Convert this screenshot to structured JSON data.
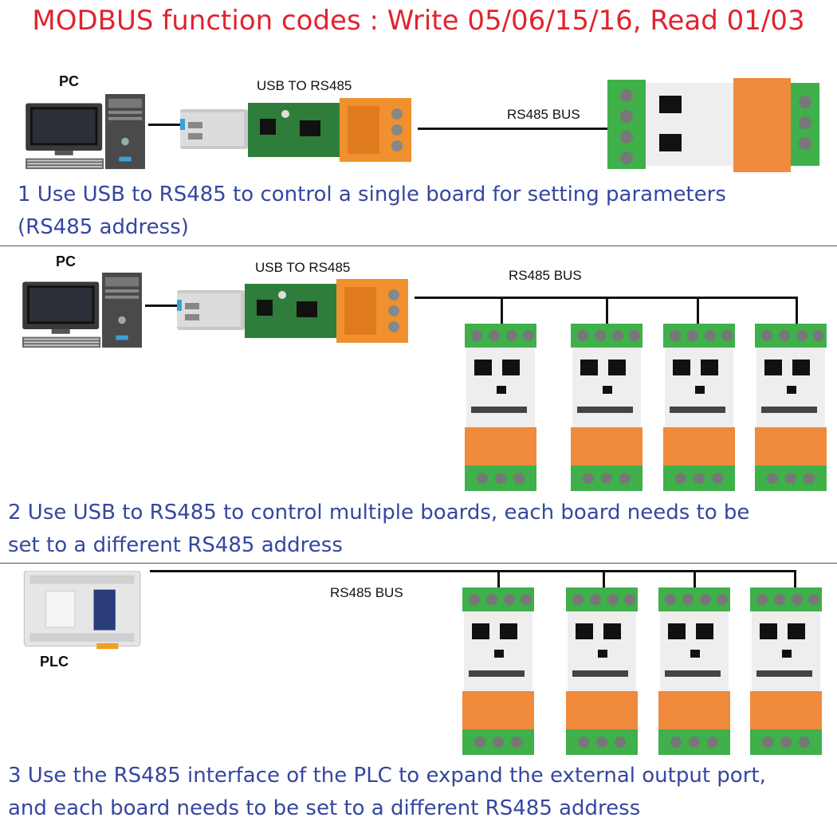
{
  "title": "MODBUS function codes : Write 05/06/15/16, Read 01/03",
  "colors": {
    "title": "#e0242e",
    "description": "#3546a0",
    "terminal_green": "#3fb04a",
    "relay_orange": "#f08a3c",
    "converter_pcb": "#2f7d3b"
  },
  "section1": {
    "pc_label": "PC",
    "converter_label": "USB TO RS485",
    "bus_label": "RS485 BUS",
    "description_line1": "1 Use USB to RS485 to control a single board for setting parameters",
    "description_line2": "(RS485 address)"
  },
  "section2": {
    "pc_label": "PC",
    "converter_label": "USB TO RS485",
    "bus_label": "RS485 BUS",
    "board_count": 4,
    "description_line1": "2 Use USB to RS485 to control multiple boards, each board needs to be",
    "description_line2": "set to a different RS485 address"
  },
  "section3": {
    "plc_label": "PLC",
    "bus_label": "RS485 BUS",
    "board_count": 4,
    "description_line1": "3 Use the RS485 interface of the PLC to expand the external output port,",
    "description_line2": "and each board needs to be set to a different RS485 address"
  },
  "icons": [
    "pc-icon",
    "usb-rs485-converter-icon",
    "relay-board-icon",
    "plc-icon"
  ]
}
